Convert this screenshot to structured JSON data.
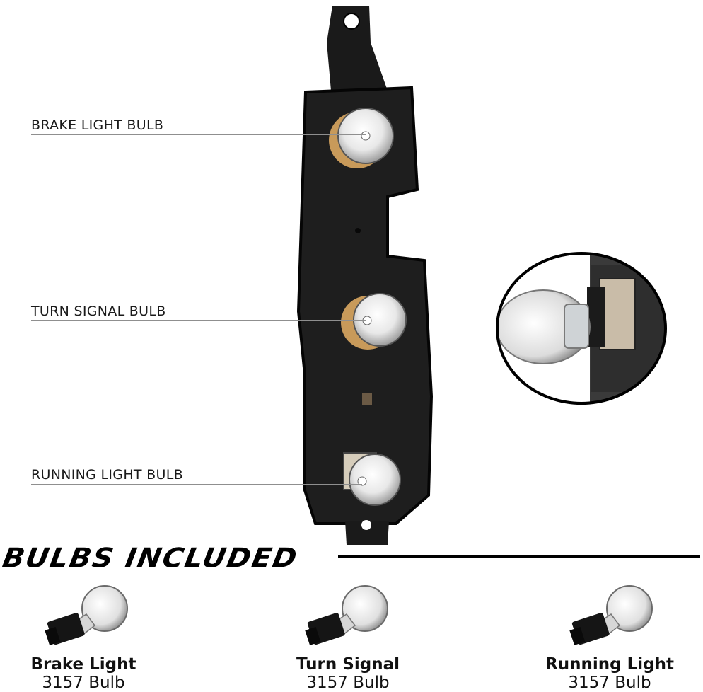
{
  "callouts": [
    {
      "label": "BRAKE LIGHT BULB"
    },
    {
      "label": "TURN SIGNAL BULB"
    },
    {
      "label": "RUNNING LIGHT BULB"
    }
  ],
  "section_heading": "BULBS INCLUDED",
  "bulbs": [
    {
      "name": "Brake Light",
      "type": "3157 Bulb"
    },
    {
      "name": "Turn Signal",
      "type": "3157 Bulb"
    },
    {
      "name": "Running Light",
      "type": "3157 Bulb"
    }
  ],
  "colors": {
    "panel": "#1c1c1c",
    "socket": "#c89a5a",
    "rule": "#000000",
    "callout_line": "#8f8f8f"
  }
}
